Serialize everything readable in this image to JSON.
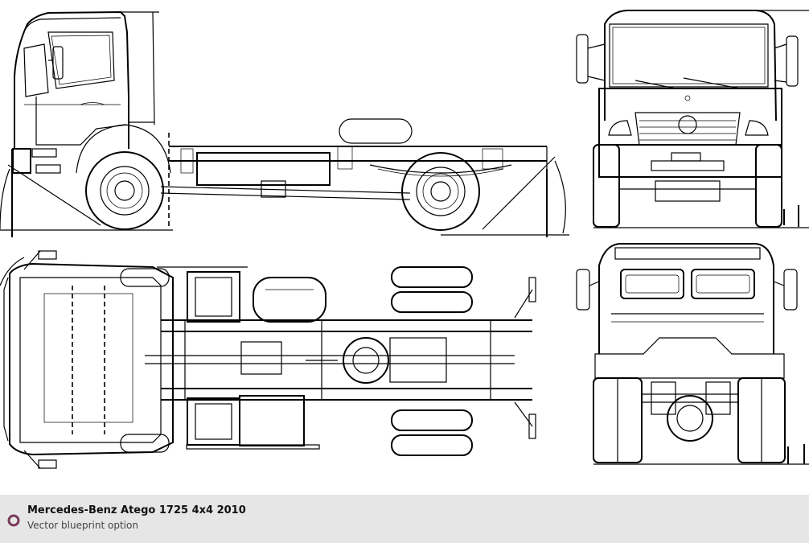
{
  "title": "Mercedes-Benz Atego 1725 4x4 2010",
  "subtitle": "Vector blueprint option",
  "views": [
    "side",
    "front",
    "top",
    "rear"
  ],
  "colors": {
    "lines": "#000000",
    "footer_bg": "#e6e6e6",
    "marker": "#7a3b5c"
  },
  "icons": {
    "footer_marker": "circle-marker-icon"
  }
}
